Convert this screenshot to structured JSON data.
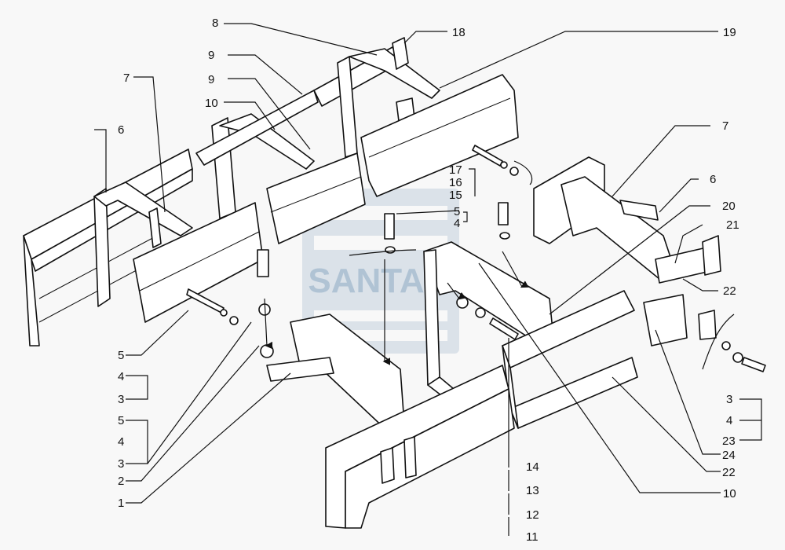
{
  "watermark_text": "SANTAL",
  "callouts": [
    {
      "id": "c8",
      "text": "8"
    },
    {
      "id": "c18",
      "text": "18"
    },
    {
      "id": "c19",
      "text": "19"
    },
    {
      "id": "c9a",
      "text": "9"
    },
    {
      "id": "c9b",
      "text": "9"
    },
    {
      "id": "c10a",
      "text": "10"
    },
    {
      "id": "c7a",
      "text": "7"
    },
    {
      "id": "c6a",
      "text": "6"
    },
    {
      "id": "c17",
      "text": "17"
    },
    {
      "id": "c16",
      "text": "16"
    },
    {
      "id": "c15",
      "text": "15"
    },
    {
      "id": "c5a",
      "text": "5"
    },
    {
      "id": "c4a",
      "text": "4"
    },
    {
      "id": "c7b",
      "text": "7"
    },
    {
      "id": "c6b",
      "text": "6"
    },
    {
      "id": "c20",
      "text": "20"
    },
    {
      "id": "c21",
      "text": "21"
    },
    {
      "id": "c22a",
      "text": "22"
    },
    {
      "id": "c5b",
      "text": "5"
    },
    {
      "id": "c4b",
      "text": "4"
    },
    {
      "id": "c3a",
      "text": "3"
    },
    {
      "id": "c5c",
      "text": "5"
    },
    {
      "id": "c4c",
      "text": "4"
    },
    {
      "id": "c3b",
      "text": "3"
    },
    {
      "id": "c2",
      "text": "2"
    },
    {
      "id": "c1",
      "text": "1"
    },
    {
      "id": "c3c",
      "text": "3"
    },
    {
      "id": "c4d",
      "text": "4"
    },
    {
      "id": "c23",
      "text": "23"
    },
    {
      "id": "c24",
      "text": "24"
    },
    {
      "id": "c22b",
      "text": "22"
    },
    {
      "id": "c14",
      "text": "14"
    },
    {
      "id": "c13",
      "text": "13"
    },
    {
      "id": "c12",
      "text": "12"
    },
    {
      "id": "c11",
      "text": "11"
    },
    {
      "id": "c10b",
      "text": "10"
    }
  ]
}
